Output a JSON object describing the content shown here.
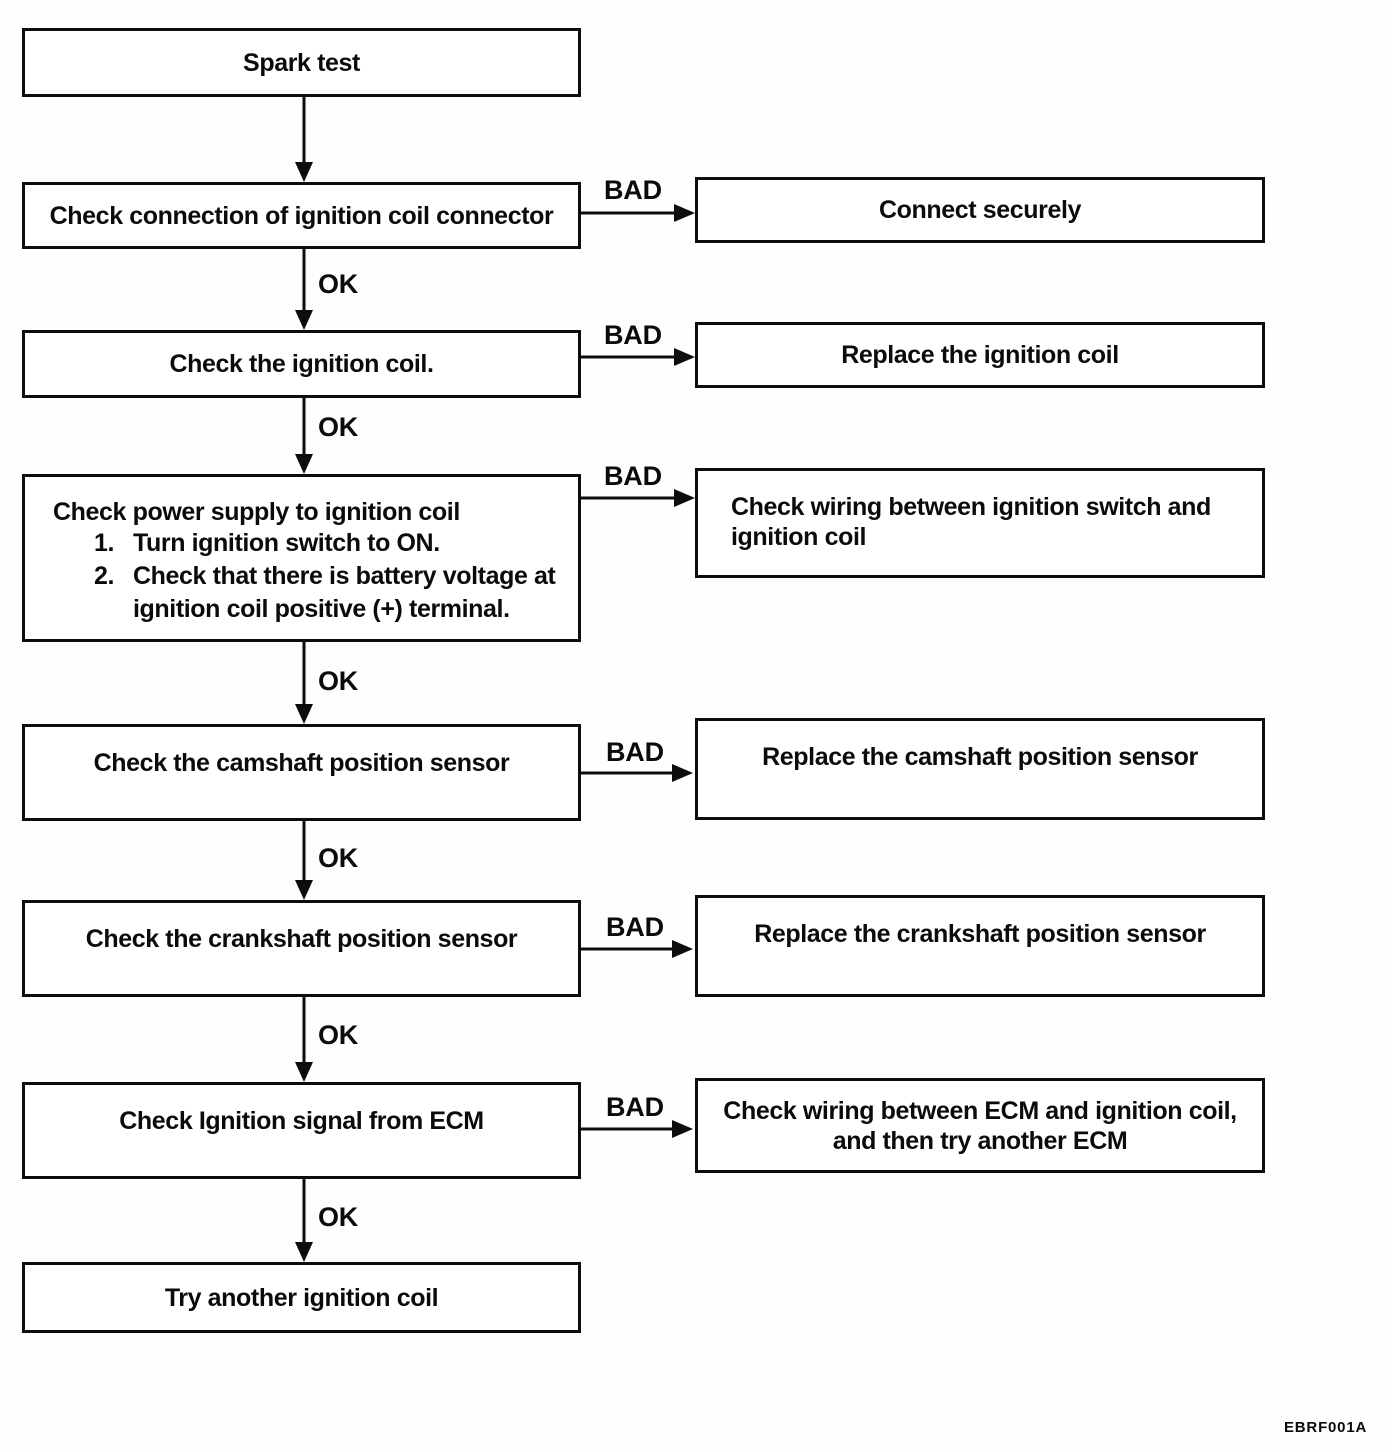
{
  "figure": {
    "code": "EBRF001A",
    "edge_labels": {
      "ok": "OK",
      "bad": "BAD"
    },
    "nodes": {
      "spark_test": {
        "text": "Spark test"
      },
      "check_connection": {
        "text": "Check connection of ignition coil connector"
      },
      "connect_securely": {
        "text": "Connect securely"
      },
      "check_ignition_coil": {
        "text": "Check the ignition coil."
      },
      "replace_ignition_coil": {
        "text": "Replace the ignition coil"
      },
      "check_power_supply": {
        "title": "Check power supply to ignition coil",
        "steps": [
          {
            "num": "1.",
            "lines": [
              "Turn ignition switch to ON."
            ]
          },
          {
            "num": "2.",
            "lines": [
              "Check that there is battery voltage at",
              "ignition coil positive (+) terminal."
            ]
          }
        ]
      },
      "check_wiring_ignition_switch": {
        "lines": [
          "Check wiring between ignition switch and",
          "ignition coil"
        ]
      },
      "check_camshaft": {
        "text": "Check the camshaft position sensor"
      },
      "replace_camshaft": {
        "text": "Replace the camshaft position sensor"
      },
      "check_crankshaft": {
        "text": "Check the crankshaft position sensor"
      },
      "replace_crankshaft": {
        "text": "Replace the crankshaft position sensor"
      },
      "check_ecm_signal": {
        "text": "Check Ignition signal from ECM"
      },
      "check_wiring_ecm": {
        "lines": [
          "Check wiring between ECM and ignition coil,",
          "and then try another ECM"
        ]
      },
      "try_another_coil": {
        "text": "Try another ignition coil"
      }
    }
  }
}
